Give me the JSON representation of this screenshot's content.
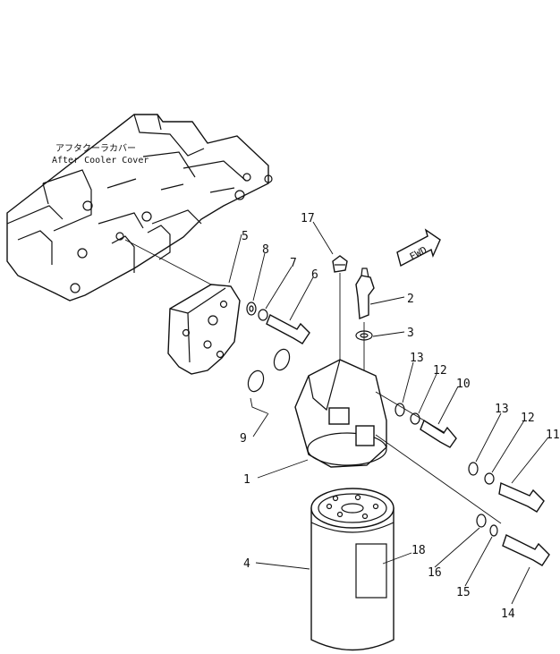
{
  "diagram": {
    "caption_jp": "アフタクーラカバー",
    "caption_en": "After Cooler Cover",
    "fwd_label": "FWD",
    "callouts": [
      {
        "id": "c1",
        "text": "1"
      },
      {
        "id": "c2",
        "text": "2"
      },
      {
        "id": "c3",
        "text": "3"
      },
      {
        "id": "c4",
        "text": "4"
      },
      {
        "id": "c5",
        "text": "5"
      },
      {
        "id": "c6",
        "text": "6"
      },
      {
        "id": "c7",
        "text": "7"
      },
      {
        "id": "c8",
        "text": "8"
      },
      {
        "id": "c9",
        "text": "9"
      },
      {
        "id": "c10",
        "text": "10"
      },
      {
        "id": "c11",
        "text": "11"
      },
      {
        "id": "c12a",
        "text": "12"
      },
      {
        "id": "c12b",
        "text": "12"
      },
      {
        "id": "c13a",
        "text": "13"
      },
      {
        "id": "c13b",
        "text": "13"
      },
      {
        "id": "c14",
        "text": "14"
      },
      {
        "id": "c15",
        "text": "15"
      },
      {
        "id": "c16",
        "text": "16"
      },
      {
        "id": "c17",
        "text": "17"
      },
      {
        "id": "c18",
        "text": "18"
      }
    ]
  }
}
